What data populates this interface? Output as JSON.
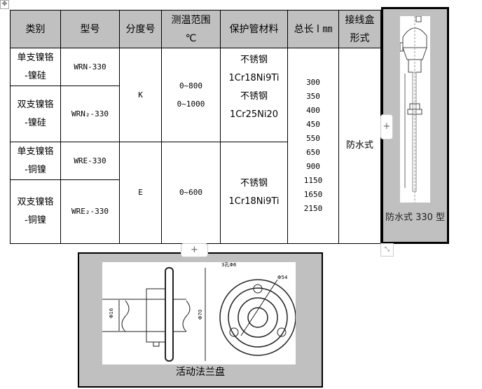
{
  "table": {
    "headers": [
      "类别",
      "型号",
      "分度号",
      "测温范围\n℃",
      "保护管材料",
      "总长 l ㎜",
      "接线盒\n形式"
    ],
    "rows": [
      {
        "category": "单支镍铬\n-镍硅",
        "model": "WRN-330"
      },
      {
        "category": "双支镍铬\n-镍硅",
        "model": "WRN₂-330"
      },
      {
        "category": "单支镍铬\n-铜镍",
        "model": "WRE-330"
      },
      {
        "category": "双支镍铬\n-铜镍",
        "model": "WRE₂-330"
      }
    ],
    "grade_k": "K",
    "grade_e": "E",
    "range_k": "0~800\n0~1000",
    "range_e": "0~600",
    "material_k": "不锈钢\n1Cr18Ni9Ti\n不锈钢\n1Cr25Ni20",
    "material_e": "不锈钢\n1Cr18Ni9Ti",
    "lengths": "300\n350\n400\n450\n550\n650\n900\n1150\n1650\n2150",
    "box_type": "防水式"
  },
  "figure1": {
    "caption": "防水式 330 型"
  },
  "figure2": {
    "caption": "活动法兰盘",
    "labels": {
      "holes": "3孔Φ6",
      "d54": "Φ54",
      "d70": "Φ70",
      "d16": "Φ16"
    }
  }
}
